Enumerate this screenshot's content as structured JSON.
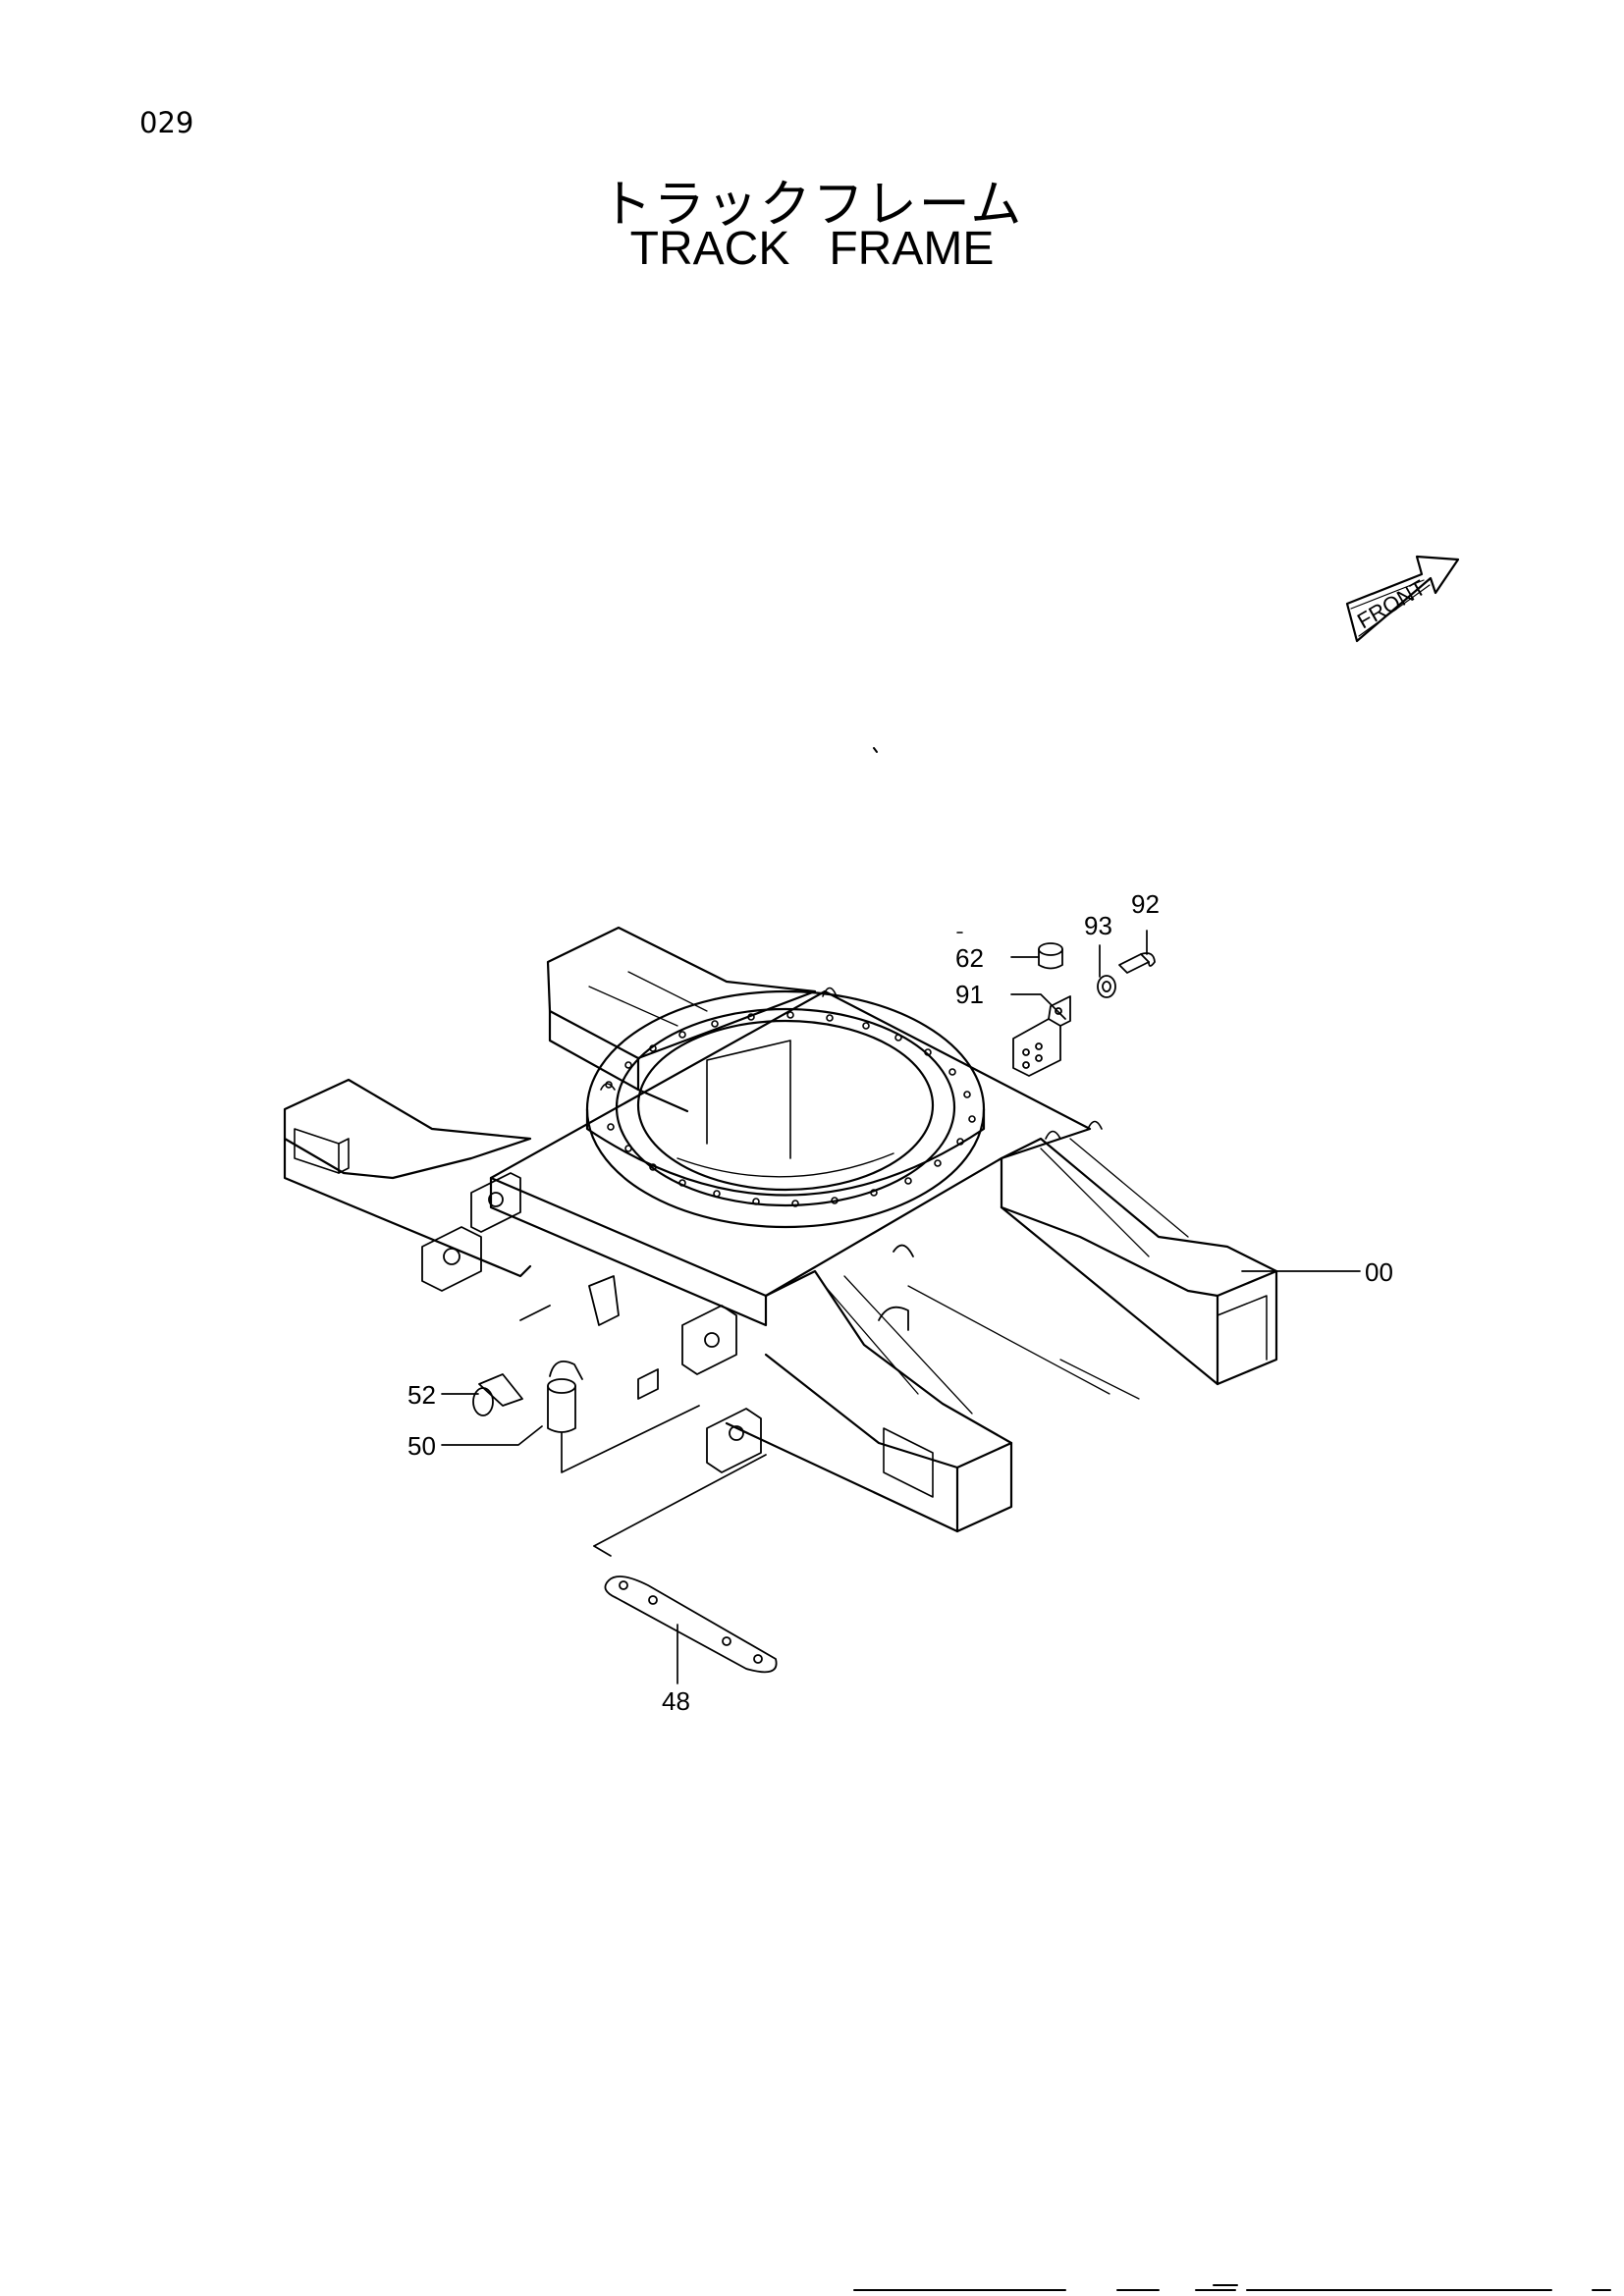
{
  "header": {
    "page_number": "029",
    "title_jp": "トラックフレーム",
    "title_en": "TRACK   FRAME"
  },
  "orientation": {
    "arrow_label": "FRONT"
  },
  "callouts": [
    {
      "id": "92",
      "label": "92"
    },
    {
      "id": "93",
      "label": "93"
    },
    {
      "id": "62",
      "label": "62"
    },
    {
      "id": "91",
      "label": "91"
    },
    {
      "id": "00",
      "label": "00"
    },
    {
      "id": "52",
      "label": "52"
    },
    {
      "id": "50",
      "label": "50"
    },
    {
      "id": "48",
      "label": "48"
    }
  ]
}
